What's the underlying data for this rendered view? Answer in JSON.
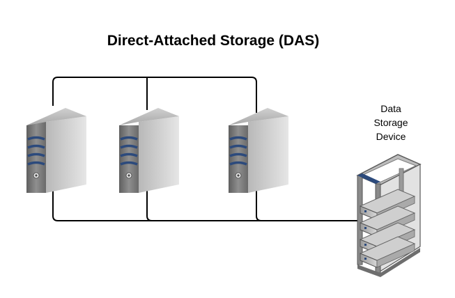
{
  "diagram": {
    "title": "Direct-Attached Storage (DAS)",
    "storage_device": {
      "label_lines": [
        "Data",
        "Storage",
        "Device"
      ]
    },
    "servers": [
      {
        "icon": "server-tower-icon"
      },
      {
        "icon": "server-tower-icon"
      },
      {
        "icon": "server-tower-icon"
      }
    ],
    "rack_icon": "server-rack-icon",
    "colors": {
      "line": "#000000",
      "server_body": "#8c8c8c",
      "server_stripe": "#2c4a7c",
      "rack_frame": "#7a7a7a"
    }
  }
}
